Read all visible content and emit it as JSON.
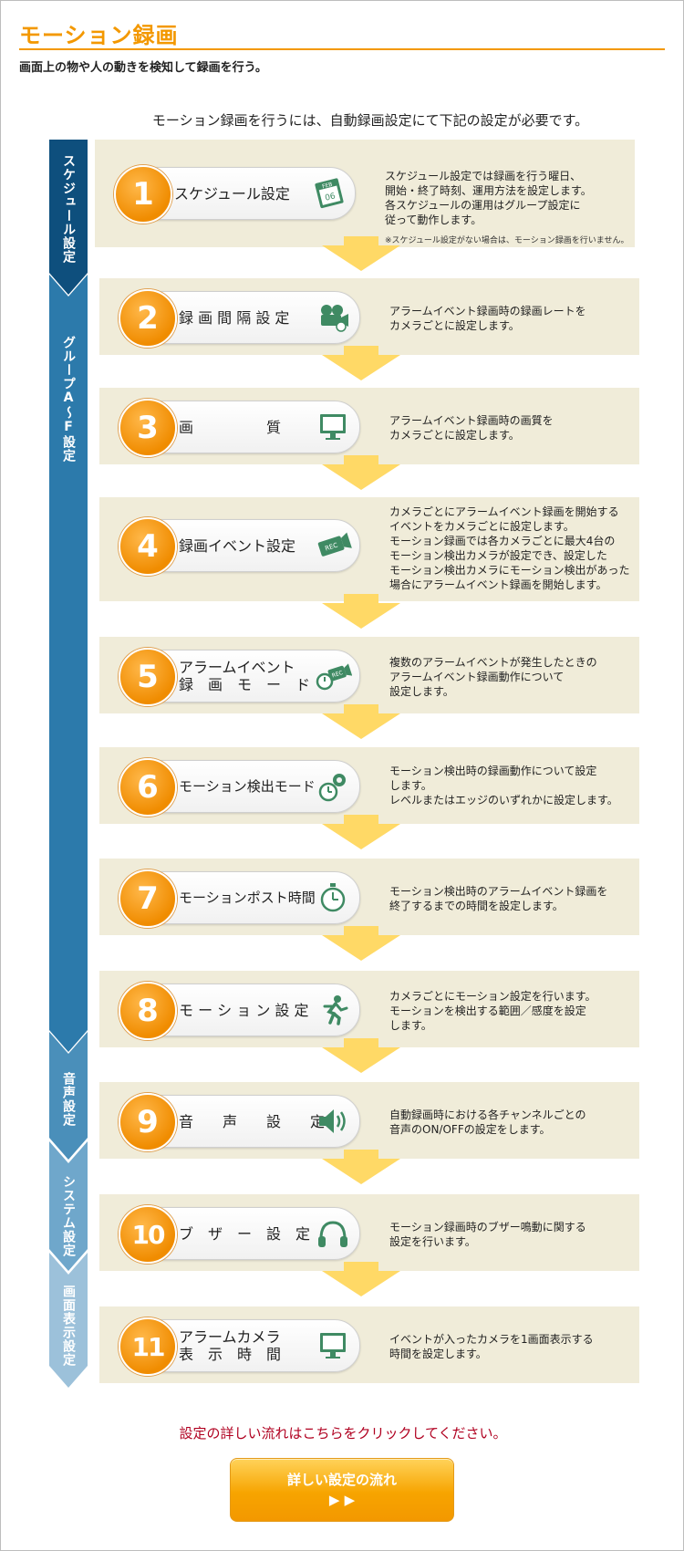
{
  "header": {
    "title": "モーション録画",
    "subtitle": "画面上の物や人の動きを検知して録画を行う。"
  },
  "intro": "モーション録画を行うには、自動録画設定にて下記の設定が必要です。",
  "categories": [
    {
      "label": "スケジュール設定",
      "color": "#0e4f7d"
    },
    {
      "label": "グループA〜F設定",
      "color": "#2c7aab"
    },
    {
      "label": "音声設定",
      "color": "#4a8fba"
    },
    {
      "label": "システム設定",
      "color": "#6fa7cb"
    },
    {
      "label": "画面表示設定",
      "color": "#9cc1da"
    }
  ],
  "steps": [
    {
      "number": "1",
      "label": "スケジュール設定",
      "icon": "calendar-icon",
      "desc": "スケジュール設定では録画を行う曜日、\n開始・終了時刻、運用方法を設定します。\n各スケジュールの運用はグループ設定に\n従って動作します。",
      "note": "※スケジュール設定がない場合は、モーション録画を行いません。",
      "calendar_month": "FEB",
      "calendar_day": "06"
    },
    {
      "number": "2",
      "label": "録 画 間 隔 設 定",
      "icon": "film-camera-icon",
      "desc": "アラームイベント録画時の録画レートを\nカメラごとに設定します。"
    },
    {
      "number": "3",
      "label": "画　　　　　質",
      "icon": "monitor-icon",
      "desc": "アラームイベント録画時の画質を\nカメラごとに設定します。"
    },
    {
      "number": "4",
      "label": "録画イベント設定",
      "icon": "rec-camera-icon",
      "desc": "カメラごとにアラームイベント録画を開始する\nイベントをカメラごとに設定します。\nモーション録画では各カメラごとに最大4台の\nモーション検出カメラが設定でき、設定した\nモーション検出カメラにモーション検出があった\n場合にアラームイベント録画を開始します。",
      "rec_text": "REC"
    },
    {
      "number": "5",
      "label": "アラームイベント\n録　画　モ　ー　ド",
      "icon": "alarm-rec-icon",
      "desc": "複数のアラームイベントが発生したときの\nアラームイベント録画動作について\n設定します。",
      "rec_text": "REC"
    },
    {
      "number": "6",
      "label": "モーション検出モード",
      "icon": "gear-timer-icon",
      "desc": "モーション検出時の録画動作について設定\nします。\nレベルまたはエッジのいずれかに設定します。"
    },
    {
      "number": "7",
      "label": "モーションポスト時間",
      "icon": "stopwatch-icon",
      "desc": "モーション検出時のアラームイベント録画を\n終了するまでの時間を設定します。"
    },
    {
      "number": "8",
      "label": "モ ー シ ョ ン 設 定",
      "icon": "running-person-icon",
      "desc": "カメラごとにモーション設定を行います。\nモーションを検出する範囲／感度を設定\nします。"
    },
    {
      "number": "9",
      "label": "音　　声　　設　　定",
      "icon": "speaker-icon",
      "desc": "自動録画時における各チャンネルごとの\n音声のON/OFFの設定をします。"
    },
    {
      "number": "10",
      "label": "ブ　ザ　ー　設　定",
      "icon": "headphones-icon",
      "desc": "モーション録画時のブザー鳴動に関する\n設定を行います。"
    },
    {
      "number": "11",
      "label": "アラームカメラ\n表　示　時　間",
      "icon": "display-icon",
      "desc": "イベントが入ったカメラを1画面表示する\n時間を設定します。"
    }
  ],
  "footer": {
    "cta_text": "設定の詳しい流れはこちらをクリックしてください。",
    "button_label": "詳しい設定の流れ",
    "button_arrows": "▶ ▶"
  },
  "colors": {
    "accent": "#f39800",
    "step_bg": "#f0ecd9",
    "arrow": "#ffd966",
    "cta_red": "#b00020",
    "icon_green": "#3f8a63"
  }
}
